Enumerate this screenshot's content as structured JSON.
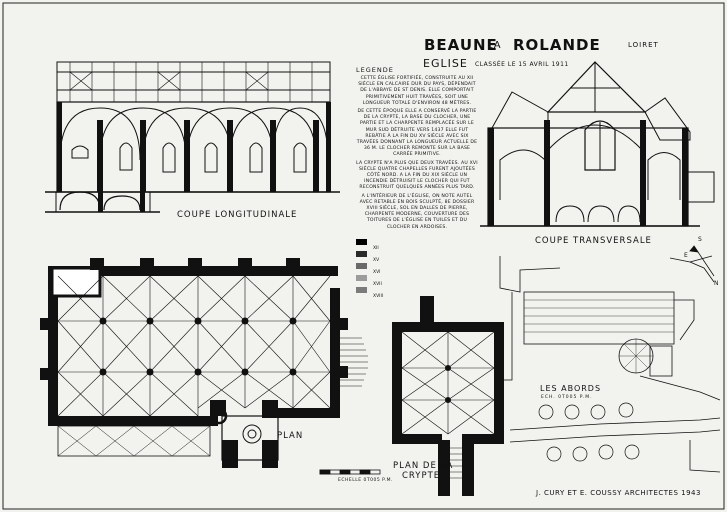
{
  "title": {
    "town_first": "BEAUNE",
    "town_mid": "LA",
    "town_last": "ROLANDE",
    "department": "LOIRET",
    "building": "EGLISE",
    "classification": "CLASSÉE LE 15 AVRIL 1911"
  },
  "legend": {
    "title": "LEGENDE",
    "paragraphs": [
      "Cette église fortifiée, construite au XII siècle en calcaire dur du pays, dépendait de l'abbaye de St Denis. Elle comportait primitivement huit travées, soit une longueur totale d'environ 48 mètres.",
      "De cette époque elle a conservé la partie de la crypte, la base du clocher, une partie et la charpente remplacée sur le mur sud détruite vers 1437 elle fut rebâtie à la fin du XV siècle avec six travées donnant la longueur actuelle de 36 m. Le clocher remonte sur la base carrée primitive.",
      "La crypte n'a plus que deux travées. Au XVI siècle quatre chapelles furent ajoutées côté nord. A la fin du XIX siècle un incendie détruisit le clocher qui fut reconstruit quelques années plus tard.",
      "A l'intérieur de l'église, on note autel avec retable en bois sculpté, 8e dossier XVIII siècle, sol en dalles de pierre, charpente moderne, couverture des toitures de l'église en tuiles et du clocher en ardoises."
    ],
    "centuries": [
      "XII",
      "XV",
      "XVI",
      "XVII",
      "XVIII"
    ],
    "swatch_colors": [
      "#000000",
      "#2a2a2a",
      "#6a6a6a",
      "#9c9c9c",
      "#7b7b7b"
    ]
  },
  "captions": {
    "longitudinal": "COUPE LONGITUDINALE",
    "transversal": "COUPE TRANSVERSALE",
    "plan": "PLAN",
    "crypt_line1": "PLAN DE LA",
    "crypt_line2": "CRYPTE",
    "surroundings": "LES ABORDS",
    "surroundings_scale": "ECH. 0T005 P.M.",
    "scale": "ECHELLE 0T005 P.M."
  },
  "compass": {
    "s": "S",
    "e": "E",
    "n": "N"
  },
  "credit": "J. CURY ET E. COUSSY   ARCHITECTES 1943"
}
